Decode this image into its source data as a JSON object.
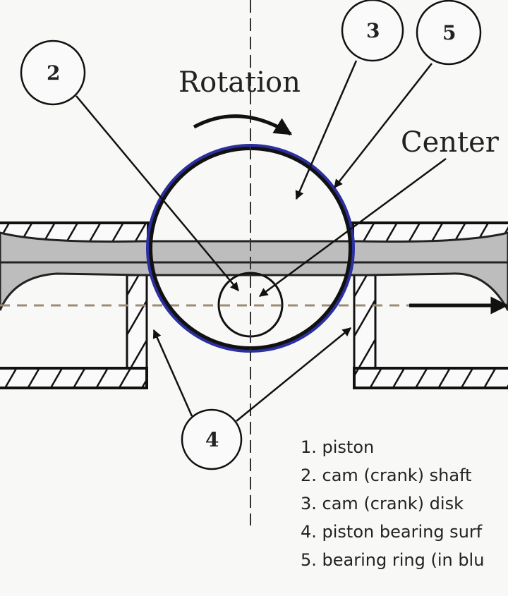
{
  "labels": {
    "rotation": "Rotation",
    "center": "Center",
    "callouts": [
      "2",
      "3",
      "5",
      "4"
    ]
  },
  "legend": [
    "1. piston",
    "2. cam (crank) shaft",
    "3. cam (crank) disk",
    "4. piston bearing surf",
    "5. bearing ring (in blu"
  ],
  "colors": {
    "ring": "#2b2fa0",
    "piston": "#bdbdbd",
    "centerline": "#9a8c78"
  }
}
